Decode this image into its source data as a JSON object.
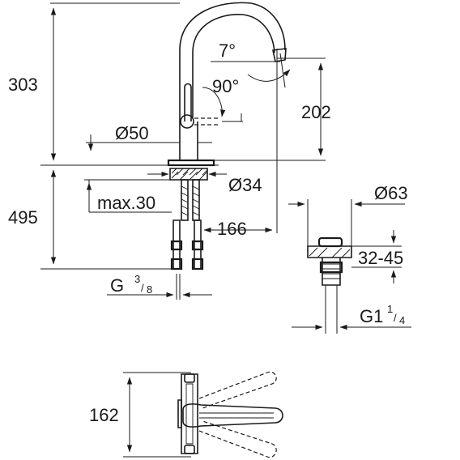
{
  "dimensions": {
    "height_total": "303",
    "spout_angle": "7°",
    "handle_angle": "90°",
    "spout_height": "202",
    "body_diameter": "Ø50",
    "base_diameter": "Ø34",
    "max_thickness": "max.30",
    "below_height": "495",
    "projection": "166",
    "waste_diameter": "Ø63",
    "waste_range": "32-45",
    "hose_thread_main": "G",
    "hose_thread_num": "3",
    "hose_thread_den": "8",
    "waste_thread_main": "G1",
    "waste_thread_num": "1",
    "waste_thread_den": "4",
    "plan_depth": "162"
  }
}
